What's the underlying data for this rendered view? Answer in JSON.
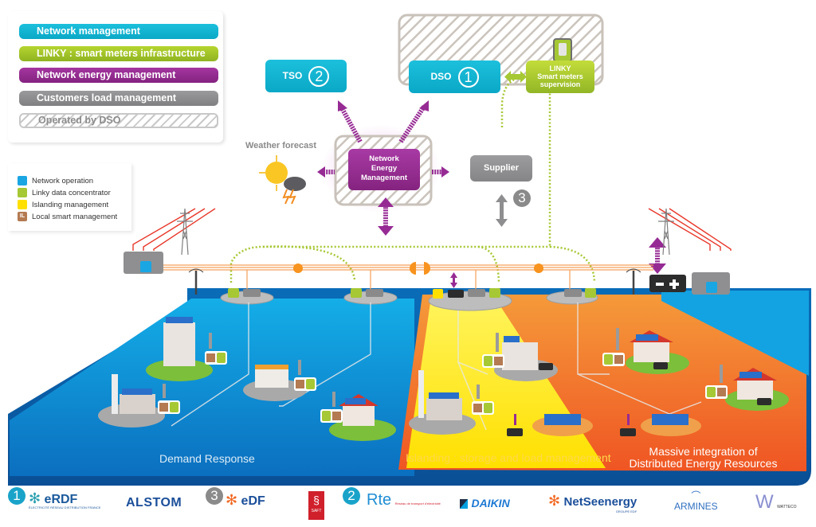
{
  "legend_top": {
    "items": [
      {
        "label": "Network management",
        "color": "#12b6d3"
      },
      {
        "label": "LINKY : smart meters infrastructure",
        "color": "#9cc12a"
      },
      {
        "label": "Network energy management",
        "color": "#962b94"
      },
      {
        "label": "Customers load management",
        "color": "#8e8e90"
      },
      {
        "label": "Operated by DSO",
        "color": "hatched"
      }
    ]
  },
  "legend_bottom": {
    "items": [
      {
        "label": "Network operation",
        "color": "#1aa6e3",
        "glyph": ""
      },
      {
        "label": "Linky data concentrator",
        "color": "#a6c834",
        "glyph": ""
      },
      {
        "label": "Islanding management",
        "color": "#ffe000",
        "glyph": ""
      },
      {
        "label": "Local smart management",
        "color": "#b47a52",
        "glyph": "IL"
      }
    ]
  },
  "nodes": {
    "tso": {
      "label": "TSO",
      "number": "2"
    },
    "dso": {
      "label": "DSO",
      "number": "1"
    },
    "linky": {
      "line1": "LINKY",
      "line2": "Smart meters",
      "line3": "supervision"
    },
    "nem": {
      "line1": "Network",
      "line2": "Energy",
      "line3": "Management"
    },
    "supplier": {
      "label": "Supplier",
      "number": "3"
    },
    "weather": {
      "label": "Weather forecast"
    }
  },
  "zones": {
    "demand": "Demand Response",
    "islanding": "Islanding : storage and load management",
    "massive_line1": "Massive integration of",
    "massive_line2": "Distributed Energy Resources"
  },
  "icons": {
    "battery": "− +",
    "il": "IL"
  },
  "partners": [
    {
      "name": "eRDF",
      "sub": "ÉLECTRICITÉ RÉSEAU DISTRIBUTION FRANCE",
      "number": "1"
    },
    {
      "name": "ALSTOM"
    },
    {
      "name": "eDF",
      "number": "3"
    },
    {
      "name": "SAFT"
    },
    {
      "name": "Rte",
      "sub": "Réseau de transport d'électricité",
      "number": "2"
    },
    {
      "name": "DAIKIN"
    },
    {
      "name": "NetSeenergy",
      "sub": "GROUPE EDF"
    },
    {
      "name": "ARMINES"
    },
    {
      "name": "WATTECO"
    }
  ],
  "colors": {
    "network_blue": "#1aa6e3",
    "linky_green": "#a6c834",
    "purple": "#962b94",
    "grey": "#8e8e90",
    "islanding_yellow": "#ffe000",
    "der_orange": "#f26a24",
    "base_dark_blue": "#0a5ea8"
  }
}
